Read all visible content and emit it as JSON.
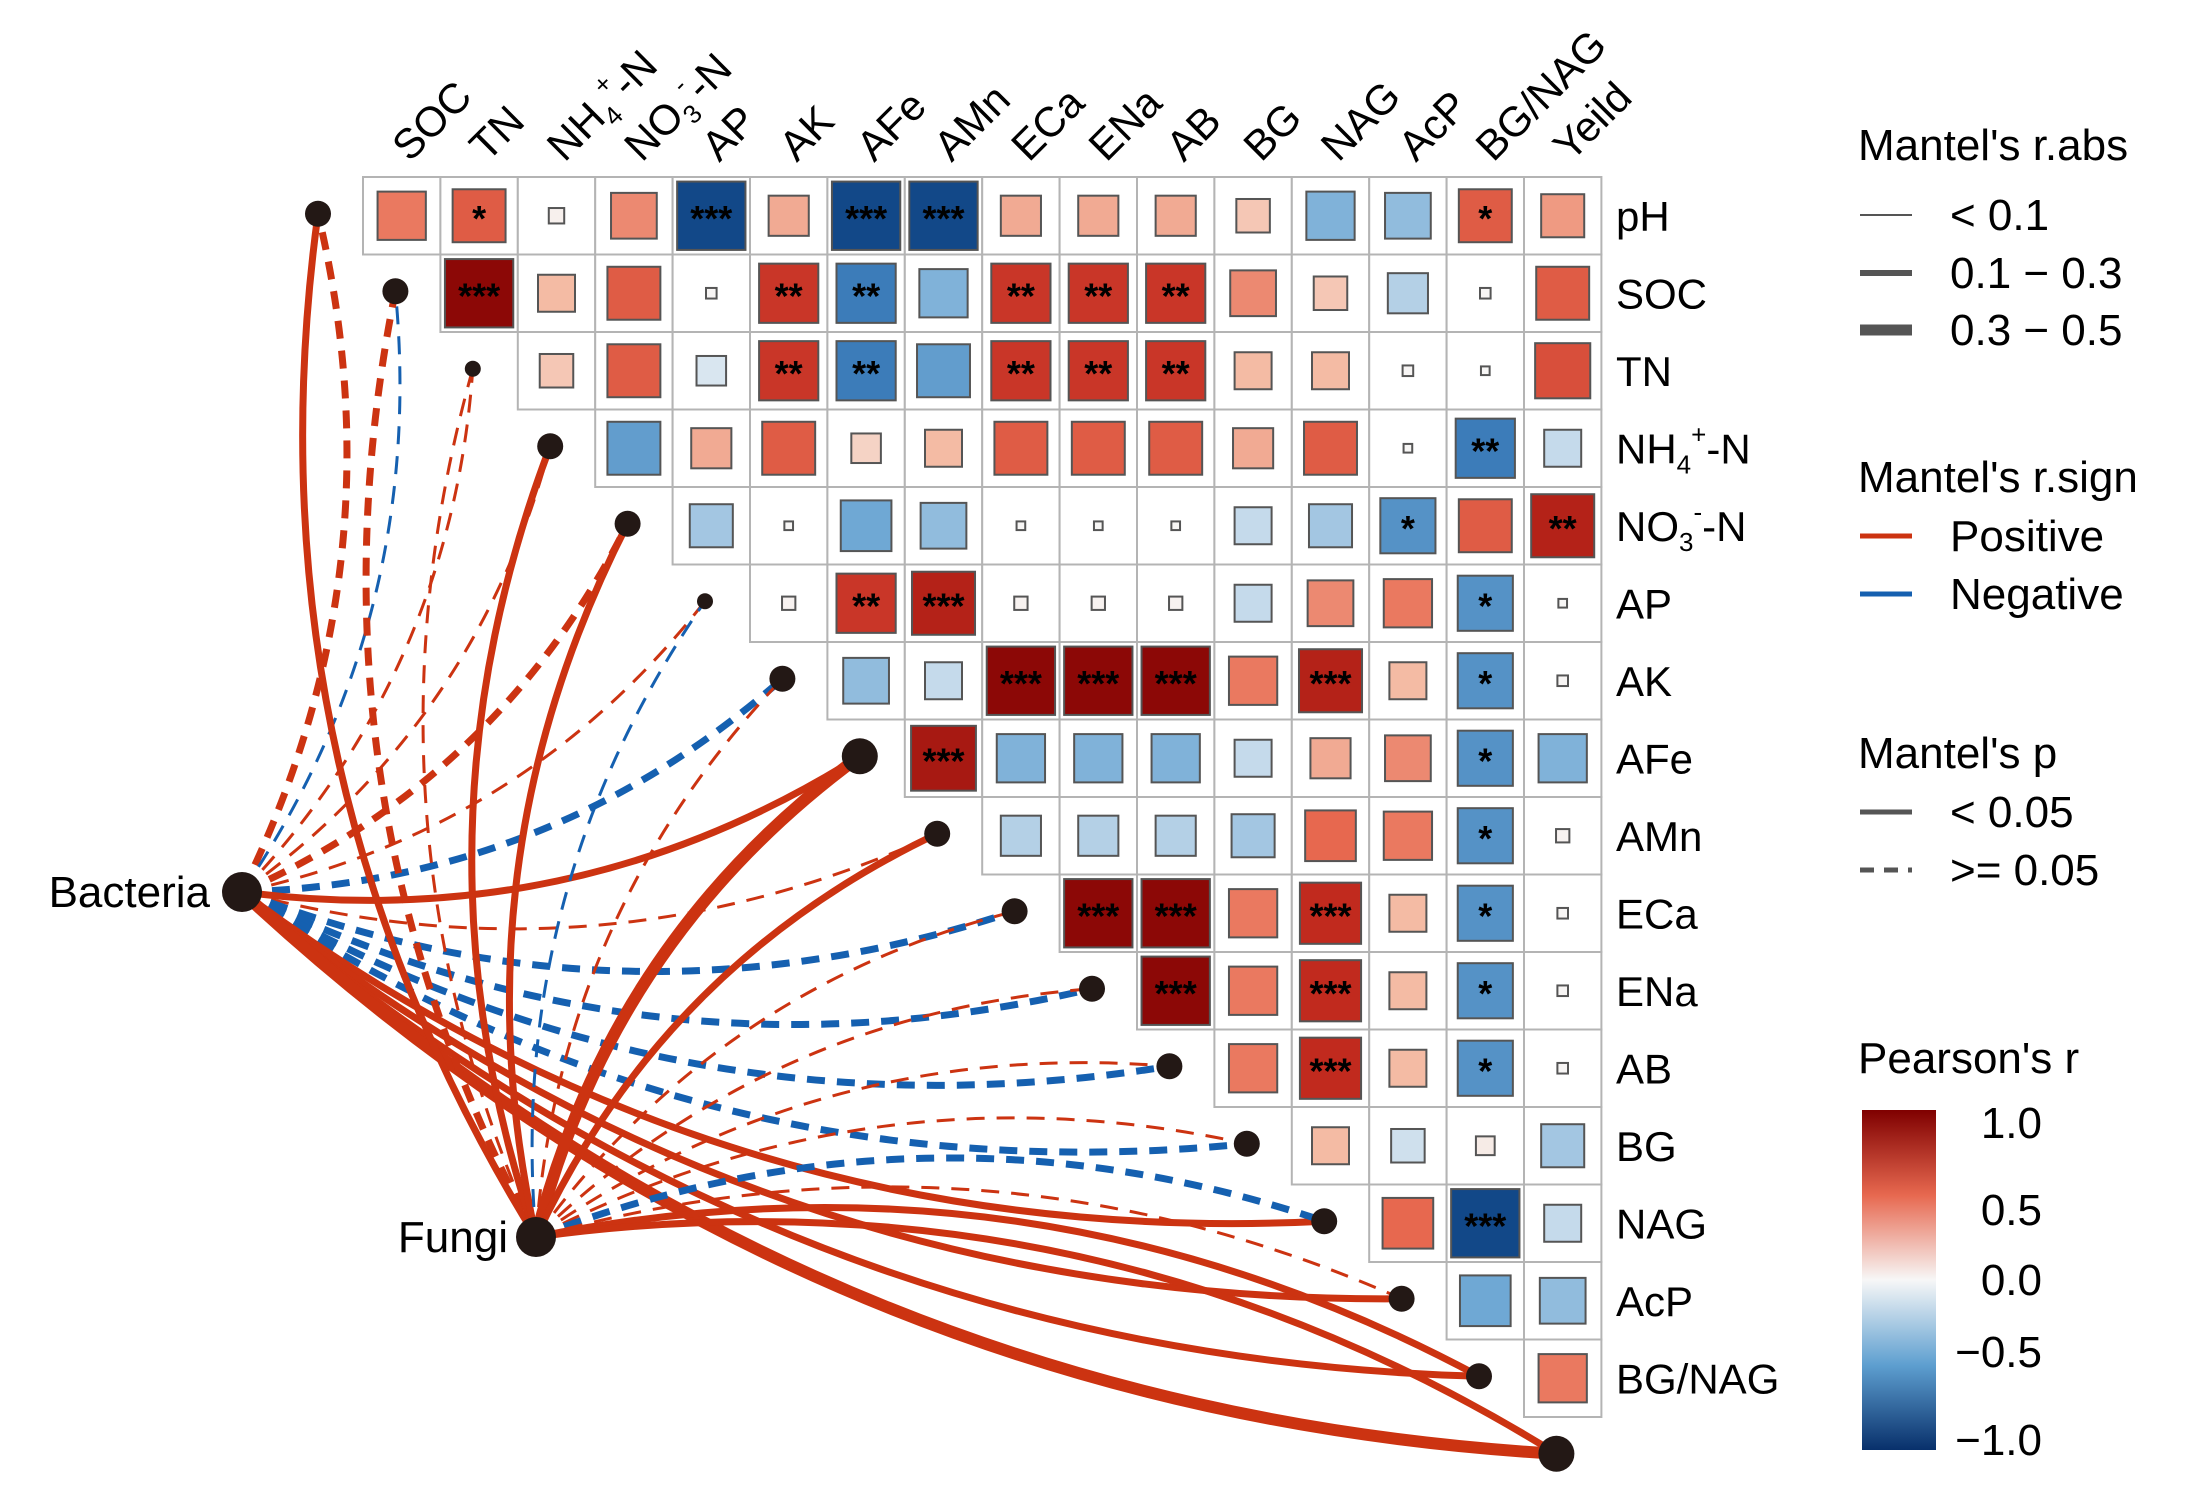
{
  "chart_data": {
    "type": "heatmap",
    "variables": [
      "pH",
      "SOC",
      "TN",
      "NH4+-N",
      "NO3--N",
      "AP",
      "AK",
      "AFe",
      "AMn",
      "ECa",
      "ENa",
      "AB",
      "BG",
      "NAG",
      "AcP",
      "BG/NAG",
      "Yeild"
    ],
    "column_labels": [
      "SOC",
      "TN",
      "NH4+-N",
      "NO3--N",
      "AP",
      "AK",
      "AFe",
      "AMn",
      "ECa",
      "ENa",
      "AB",
      "BG",
      "NAG",
      "AcP",
      "BG/NAG",
      "Yeild"
    ],
    "row_labels": [
      "pH",
      "SOC",
      "TN",
      "NH4+-N",
      "NO3--N",
      "AP",
      "AK",
      "AFe",
      "AMn",
      "ECa",
      "ENa",
      "AB",
      "BG",
      "NAG",
      "AcP",
      "BG/NAG"
    ],
    "pearson_r_rows": [
      {
        "row": "pH",
        "r": [
          0.45,
          0.55,
          0.03,
          0.4,
          -0.95,
          0.3,
          -0.95,
          -0.95,
          0.3,
          0.3,
          0.3,
          0.2,
          -0.45,
          -0.4,
          0.55,
          0.35
        ],
        "sig": [
          "",
          "*",
          "",
          "",
          "***",
          "",
          "***",
          "***",
          "",
          "",
          "",
          "",
          "",
          "",
          "*",
          ""
        ]
      },
      {
        "row": "SOC",
        "r": [
          0.95,
          0.25,
          0.55,
          0.01,
          0.7,
          -0.7,
          -0.45,
          0.7,
          0.7,
          0.7,
          0.4,
          0.2,
          -0.3,
          0.01,
          0.55
        ],
        "sig": [
          "***",
          "",
          "",
          "",
          "**",
          "**",
          "",
          "**",
          "**",
          "**",
          "",
          "",
          "",
          "",
          ""
        ]
      },
      {
        "row": "TN",
        "r": [
          0.2,
          0.55,
          -0.15,
          0.7,
          -0.7,
          -0.55,
          0.7,
          0.7,
          0.7,
          0.25,
          0.25,
          0.01,
          0.005,
          0.6
        ],
        "sig": [
          "",
          "",
          "",
          "**",
          "**",
          "",
          "**",
          "**",
          "**",
          "",
          "",
          "",
          "",
          ""
        ]
      },
      {
        "row": "NH4+-N",
        "r": [
          -0.55,
          0.3,
          0.55,
          0.15,
          0.25,
          0.55,
          0.55,
          0.55,
          0.3,
          0.55,
          0.005,
          -0.7,
          -0.25
        ],
        "sig": [
          "",
          "",
          "",
          "",
          "",
          "",
          "",
          "",
          "",
          "",
          "",
          "**",
          ""
        ]
      },
      {
        "row": "NO3--N",
        "r": [
          -0.35,
          0.005,
          -0.5,
          -0.4,
          0.005,
          0.005,
          0.005,
          -0.25,
          -0.35,
          -0.6,
          0.55,
          0.8
        ],
        "sig": [
          "",
          "",
          "",
          "",
          "",
          "",
          "",
          "",
          "",
          "*",
          "",
          "**"
        ]
      },
      {
        "row": "AP",
        "r": [
          0.02,
          0.7,
          0.8,
          0.02,
          0.02,
          0.02,
          -0.25,
          0.4,
          0.45,
          -0.6,
          0.005
        ],
        "sig": [
          "",
          "**",
          "***",
          "",
          "",
          "",
          "",
          "",
          "",
          "*",
          ""
        ]
      },
      {
        "row": "AK",
        "r": [
          -0.4,
          -0.25,
          0.95,
          0.95,
          0.95,
          0.45,
          0.8,
          0.25,
          -0.6,
          0.01
        ],
        "sig": [
          "",
          "",
          "***",
          "***",
          "***",
          "",
          "***",
          "",
          "*",
          ""
        ]
      },
      {
        "row": "AFe",
        "r": [
          0.85,
          -0.45,
          -0.45,
          -0.45,
          -0.25,
          0.3,
          0.4,
          -0.6,
          -0.45
        ],
        "sig": [
          "***",
          "",
          "",
          "",
          "",
          "",
          "",
          "*",
          ""
        ]
      },
      {
        "row": "AMn",
        "r": [
          -0.3,
          -0.3,
          -0.3,
          -0.35,
          0.5,
          0.45,
          -0.6,
          0.02
        ],
        "sig": [
          "",
          "",
          "",
          "",
          "",
          "",
          "*",
          ""
        ]
      },
      {
        "row": "ECa",
        "r": [
          0.95,
          0.95,
          0.45,
          0.75,
          0.25,
          -0.6,
          0.01
        ],
        "sig": [
          "***",
          "***",
          "",
          "***",
          "",
          "*",
          ""
        ]
      },
      {
        "row": "ENa",
        "r": [
          0.95,
          0.45,
          0.75,
          0.25,
          -0.6,
          0.01
        ],
        "sig": [
          "***",
          "",
          "***",
          "",
          "*",
          ""
        ]
      },
      {
        "row": "AB",
        "r": [
          0.45,
          0.75,
          0.25,
          -0.6,
          0.01
        ],
        "sig": [
          "",
          "***",
          "",
          "*",
          ""
        ]
      },
      {
        "row": "BG",
        "r": [
          0.25,
          -0.2,
          0.05,
          -0.35
        ],
        "sig": [
          "",
          "",
          "",
          ""
        ]
      },
      {
        "row": "NAG",
        "r": [
          0.5,
          -0.95,
          -0.25
        ],
        "sig": [
          "",
          "***",
          ""
        ]
      },
      {
        "row": "AcP",
        "r": [
          -0.5,
          -0.4
        ],
        "sig": [
          "",
          ""
        ]
      },
      {
        "row": "BG/NAG",
        "r": [
          0.45
        ],
        "sig": [
          ""
        ]
      }
    ],
    "mantel": [
      {
        "group": "Bacteria",
        "target": "pH",
        "sign": "Positive",
        "r_abs": "0.1 - 0.3",
        "p": ">= 0.05"
      },
      {
        "group": "Bacteria",
        "target": "SOC",
        "sign": "Negative",
        "r_abs": "< 0.1",
        "p": ">= 0.05"
      },
      {
        "group": "Bacteria",
        "target": "TN",
        "sign": "Positive",
        "r_abs": "< 0.1",
        "p": ">= 0.05"
      },
      {
        "group": "Bacteria",
        "target": "NH4+-N",
        "sign": "Positive",
        "r_abs": "< 0.1",
        "p": ">= 0.05"
      },
      {
        "group": "Bacteria",
        "target": "NO3--N",
        "sign": "Positive",
        "r_abs": "0.1 - 0.3",
        "p": ">= 0.05"
      },
      {
        "group": "Bacteria",
        "target": "AP",
        "sign": "Positive",
        "r_abs": "< 0.1",
        "p": ">= 0.05"
      },
      {
        "group": "Bacteria",
        "target": "AK",
        "sign": "Negative",
        "r_abs": "0.1 - 0.3",
        "p": ">= 0.05"
      },
      {
        "group": "Bacteria",
        "target": "AFe",
        "sign": "Positive",
        "r_abs": "0.1 - 0.3",
        "p": "< 0.05"
      },
      {
        "group": "Bacteria",
        "target": "AMn",
        "sign": "Positive",
        "r_abs": "< 0.1",
        "p": ">= 0.05"
      },
      {
        "group": "Bacteria",
        "target": "ECa",
        "sign": "Negative",
        "r_abs": "0.1 - 0.3",
        "p": ">= 0.05"
      },
      {
        "group": "Bacteria",
        "target": "ENa",
        "sign": "Negative",
        "r_abs": "0.1 - 0.3",
        "p": ">= 0.05"
      },
      {
        "group": "Bacteria",
        "target": "AB",
        "sign": "Negative",
        "r_abs": "0.1 - 0.3",
        "p": ">= 0.05"
      },
      {
        "group": "Bacteria",
        "target": "BG",
        "sign": "Negative",
        "r_abs": "0.1 - 0.3",
        "p": ">= 0.05"
      },
      {
        "group": "Bacteria",
        "target": "NAG",
        "sign": "Positive",
        "r_abs": "0.1 - 0.3",
        "p": "< 0.05"
      },
      {
        "group": "Bacteria",
        "target": "AcP",
        "sign": "Positive",
        "r_abs": "0.1 - 0.3",
        "p": "< 0.05"
      },
      {
        "group": "Bacteria",
        "target": "BG/NAG",
        "sign": "Positive",
        "r_abs": "0.1 - 0.3",
        "p": "< 0.05"
      },
      {
        "group": "Bacteria",
        "target": "Yeild",
        "sign": "Positive",
        "r_abs": "0.3 - 0.5",
        "p": "< 0.05"
      },
      {
        "group": "Fungi",
        "target": "pH",
        "sign": "Positive",
        "r_abs": "0.1 - 0.3",
        "p": "< 0.05"
      },
      {
        "group": "Fungi",
        "target": "SOC",
        "sign": "Positive",
        "r_abs": "0.1 - 0.3",
        "p": ">= 0.05"
      },
      {
        "group": "Fungi",
        "target": "TN",
        "sign": "Positive",
        "r_abs": "< 0.1",
        "p": ">= 0.05"
      },
      {
        "group": "Fungi",
        "target": "NH4+-N",
        "sign": "Positive",
        "r_abs": "0.1 - 0.3",
        "p": "< 0.05"
      },
      {
        "group": "Fungi",
        "target": "NO3--N",
        "sign": "Positive",
        "r_abs": "0.1 - 0.3",
        "p": "< 0.05"
      },
      {
        "group": "Fungi",
        "target": "AP",
        "sign": "Negative",
        "r_abs": "< 0.1",
        "p": ">= 0.05"
      },
      {
        "group": "Fungi",
        "target": "AK",
        "sign": "Positive",
        "r_abs": "< 0.1",
        "p": ">= 0.05"
      },
      {
        "group": "Fungi",
        "target": "AFe",
        "sign": "Positive",
        "r_abs": "0.3 - 0.5",
        "p": "< 0.05"
      },
      {
        "group": "Fungi",
        "target": "AMn",
        "sign": "Positive",
        "r_abs": "0.1 - 0.3",
        "p": "< 0.05"
      },
      {
        "group": "Fungi",
        "target": "ECa",
        "sign": "Positive",
        "r_abs": "< 0.1",
        "p": ">= 0.05"
      },
      {
        "group": "Fungi",
        "target": "ENa",
        "sign": "Positive",
        "r_abs": "< 0.1",
        "p": ">= 0.05"
      },
      {
        "group": "Fungi",
        "target": "AB",
        "sign": "Positive",
        "r_abs": "< 0.1",
        "p": ">= 0.05"
      },
      {
        "group": "Fungi",
        "target": "BG",
        "sign": "Positive",
        "r_abs": "< 0.1",
        "p": ">= 0.05"
      },
      {
        "group": "Fungi",
        "target": "NAG",
        "sign": "Negative",
        "r_abs": "0.1 - 0.3",
        "p": ">= 0.05"
      },
      {
        "group": "Fungi",
        "target": "AcP",
        "sign": "Positive",
        "r_abs": "< 0.1",
        "p": ">= 0.05"
      },
      {
        "group": "Fungi",
        "target": "BG/NAG",
        "sign": "Positive",
        "r_abs": "0.1 - 0.3",
        "p": "< 0.05"
      },
      {
        "group": "Fungi",
        "target": "Yeild",
        "sign": "Positive",
        "r_abs": "0.1 - 0.3",
        "p": "< 0.05"
      }
    ],
    "groups": [
      "Bacteria",
      "Fungi"
    ],
    "legend": {
      "r_abs_title": "Mantel's r.abs",
      "r_abs_items": [
        "< 0.1",
        "0.1 − 0.3",
        "0.3 − 0.5"
      ],
      "sign_title": "Mantel's r.sign",
      "sign_items": [
        "Positive",
        "Negative"
      ],
      "p_title": "Mantel's p",
      "p_items": [
        "< 0.05",
        ">= 0.05"
      ],
      "pearson_title": "Pearson's r",
      "pearson_ticks": [
        "1.0",
        "0.5",
        "0.0",
        "−0.5",
        "−1.0"
      ],
      "placement": "right"
    },
    "colors": {
      "positive": "#CC3311",
      "negative": "#1560B0",
      "scale_high": "#7F0000",
      "scale_mid": "#F7F7F7",
      "scale_low": "#08306B",
      "cell_border": "#B4B4B4"
    }
  }
}
